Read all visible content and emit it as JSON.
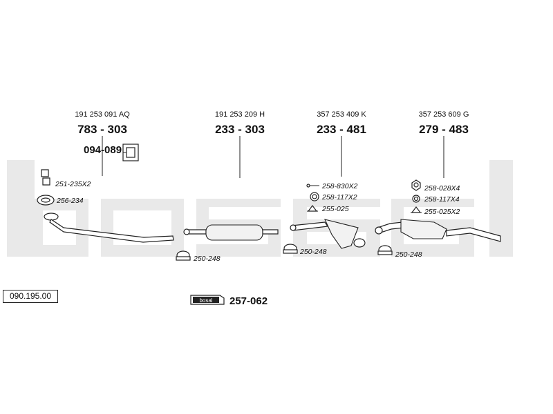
{
  "watermark": "bosal",
  "reference": "090.195.00",
  "groups": [
    {
      "oe": "191 253 091 AQ",
      "part": "783 - 303"
    },
    {
      "oe": "191 253 209 H",
      "part": "233 - 303"
    },
    {
      "oe": "357 253 409 K",
      "part": "233 - 481"
    },
    {
      "oe": "357 253 609 G",
      "part": "279 - 483"
    }
  ],
  "extra_part": "094-089",
  "accessories": [
    "251-235X2",
    "256-234",
    "250-248",
    "258-830X2",
    "258-117X2",
    "255-025",
    "250-248",
    "258-028X4",
    "258-117X4",
    "255-025X2",
    "250-248"
  ],
  "kit": {
    "badge": "bosal",
    "part": "257-062"
  }
}
